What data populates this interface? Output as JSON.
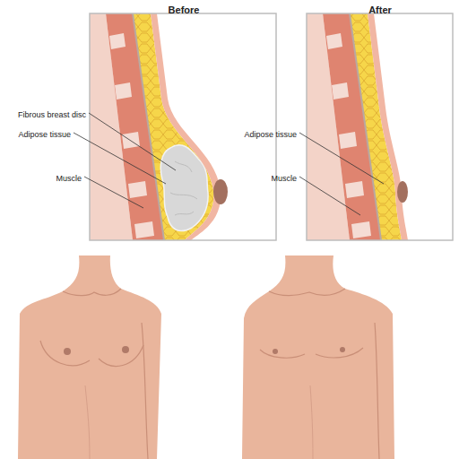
{
  "diagram": {
    "labels": [
      "Before",
      "After",
      "Fibrous breast disc",
      "Adipose tissue",
      "Muscle",
      "Adipose tissue",
      "Muscle"
    ]
  }
}
